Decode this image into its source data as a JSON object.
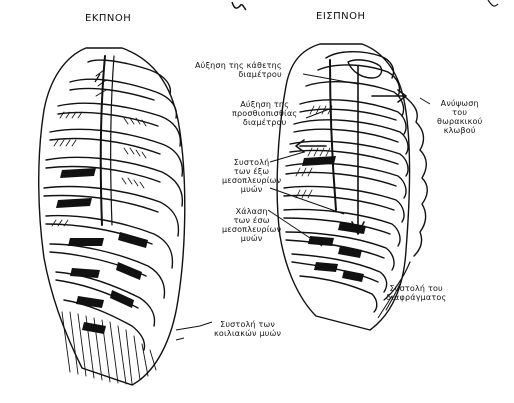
{
  "panels": {
    "expiration": {
      "title": "ΕΚΠΝΟΗ"
    },
    "inspiration": {
      "title": "ΕΙΣΠΝΟΗ"
    }
  },
  "labels": {
    "vertical_diameter": {
      "lines": [
        "Αύξηση της κάθετης",
        "διαμέτρου"
      ]
    },
    "anteroposterior_diameter": {
      "lines": [
        "Αύξηση της",
        "προσθιοπισθίας",
        "διαμέτρου"
      ]
    },
    "external_intercostals": {
      "lines": [
        "Συστολή",
        "των έξω",
        "μεσοπλευρίων",
        "μυών"
      ]
    },
    "internal_intercostals": {
      "lines": [
        "Χάλαση",
        "των έσω",
        "μεσοπλευρίων",
        "μυών"
      ]
    },
    "thoracic_cage_lift": {
      "lines": [
        "Ανύψωση",
        "του",
        "θωρακικού",
        "κλωβού"
      ]
    },
    "diaphragm": {
      "lines": [
        "Συστολή του",
        "διαφράγματος"
      ]
    },
    "abdominal_muscles": {
      "lines": [
        "Συστολή των",
        "κοιλιακών μυών"
      ]
    }
  }
}
